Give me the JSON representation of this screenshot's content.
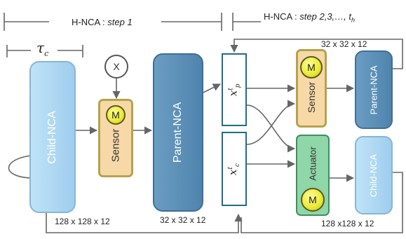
{
  "header": {
    "step1_prefix": "H-NCA : ",
    "step1_italic": "step 1",
    "step2_prefix": "H-NCA : ",
    "step2_italic": "step 2,3,…, t",
    "step2_sub": "h"
  },
  "tau": {
    "symbol": "τ",
    "sub": "c"
  },
  "input_node": "X",
  "left": {
    "child_nca": "Child-NCA",
    "sensor": "Sensor",
    "sensor_badge": "M",
    "parent_nca": "Parent-NCA",
    "child_dims": "128 x 128 x 12",
    "parent_dims": "32 x 32 x 12"
  },
  "middle": {
    "xp_var": "x",
    "xp_sup": "t",
    "xp_sub": "p",
    "xc_var": "x",
    "xc_sup": "t",
    "xc_sub": "c"
  },
  "right": {
    "sensor": "Sensor",
    "sensor_badge": "M",
    "actuator": "Actuator",
    "actuator_badge": "M",
    "parent_nca": "Parent-NCA",
    "child_nca": "Child-NCA",
    "top_dims": "32 x 32 x 12",
    "bottom_dims": "128 x128 x 12"
  },
  "colors": {
    "child_nca_fill": "#a9d6f2",
    "parent_nca_fill": "#5b8fb7",
    "sensor_fill": "#f7d9a8",
    "actuator_fill": "#8fd6a9",
    "badge_fill": "#ecec3a",
    "wire": "#666666"
  }
}
